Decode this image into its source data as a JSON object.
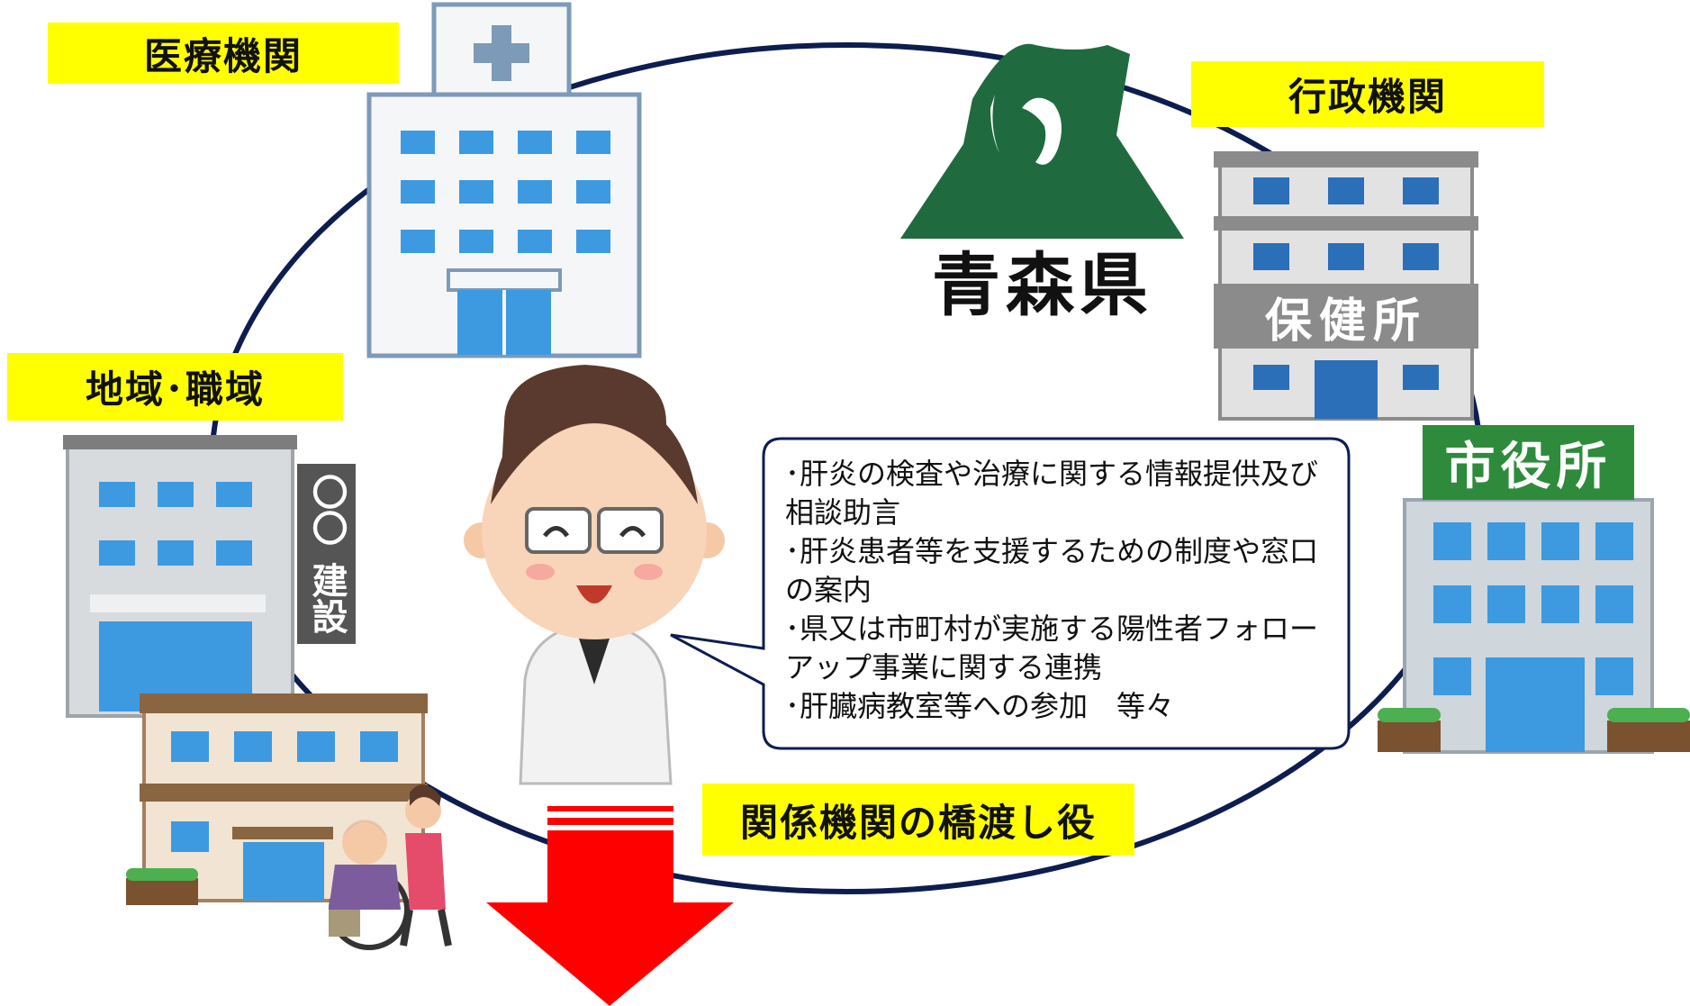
{
  "labels": {
    "medical": "医療機関",
    "admin": "行政機関",
    "community": "地域･職域",
    "bridge": "関係機関の橋渡し役"
  },
  "logo": {
    "text": "青森県"
  },
  "signs": {
    "health_center": "保健所",
    "city_hall": "市役所",
    "company_mark": "〇〇",
    "company_type": "建設"
  },
  "bubble": {
    "items": [
      "･肝炎の検査や治療に関する情報提供及び相談助言",
      "･肝炎患者等を支援するための制度や窓口の案内",
      "･県又は市町村が実施する陽性者フォローアップ事業に関する連携",
      "･肝臓病教室等への参加　等々"
    ]
  },
  "colors": {
    "label_bg": "#ffff00",
    "ring": "#0d1d4f",
    "arrow": "#ff0000",
    "logo_green": "#1f6b3f",
    "window_blue": "#3d9ae0"
  }
}
